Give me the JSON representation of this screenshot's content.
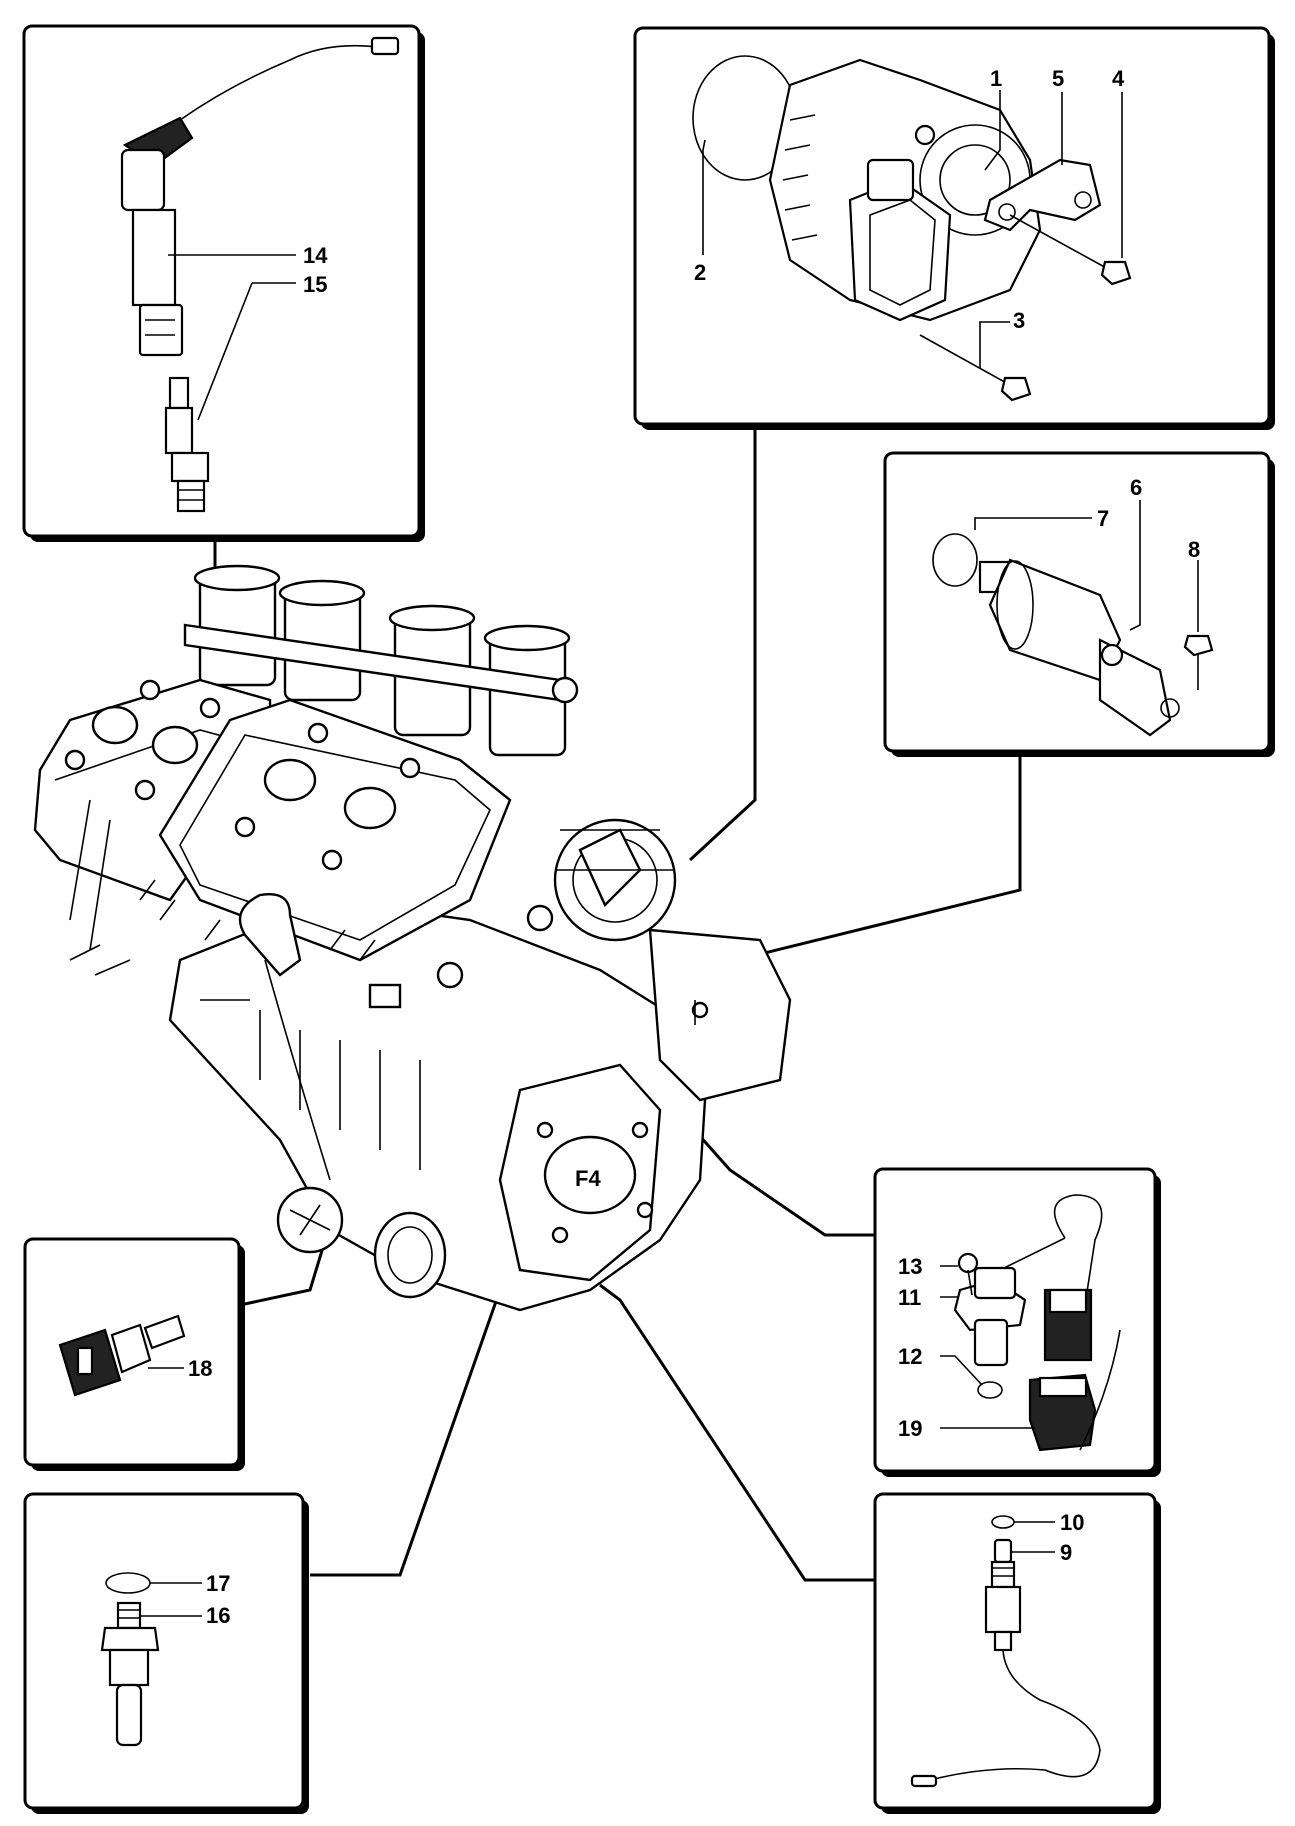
{
  "diagram": {
    "callouts": {
      "c1": "1",
      "c2": "2",
      "c3": "3",
      "c4": "4",
      "c5": "5",
      "c6": "6",
      "c7": "7",
      "c8": "8",
      "c9": "9",
      "c10": "10",
      "c11": "11",
      "c12": "12",
      "c13": "13",
      "c14": "14",
      "c15": "15",
      "c16": "16",
      "c17": "17",
      "c18": "18",
      "c19": "19"
    },
    "engine_logo": "F4"
  },
  "colors": {
    "ink": "#000000",
    "paper": "#ffffff"
  }
}
